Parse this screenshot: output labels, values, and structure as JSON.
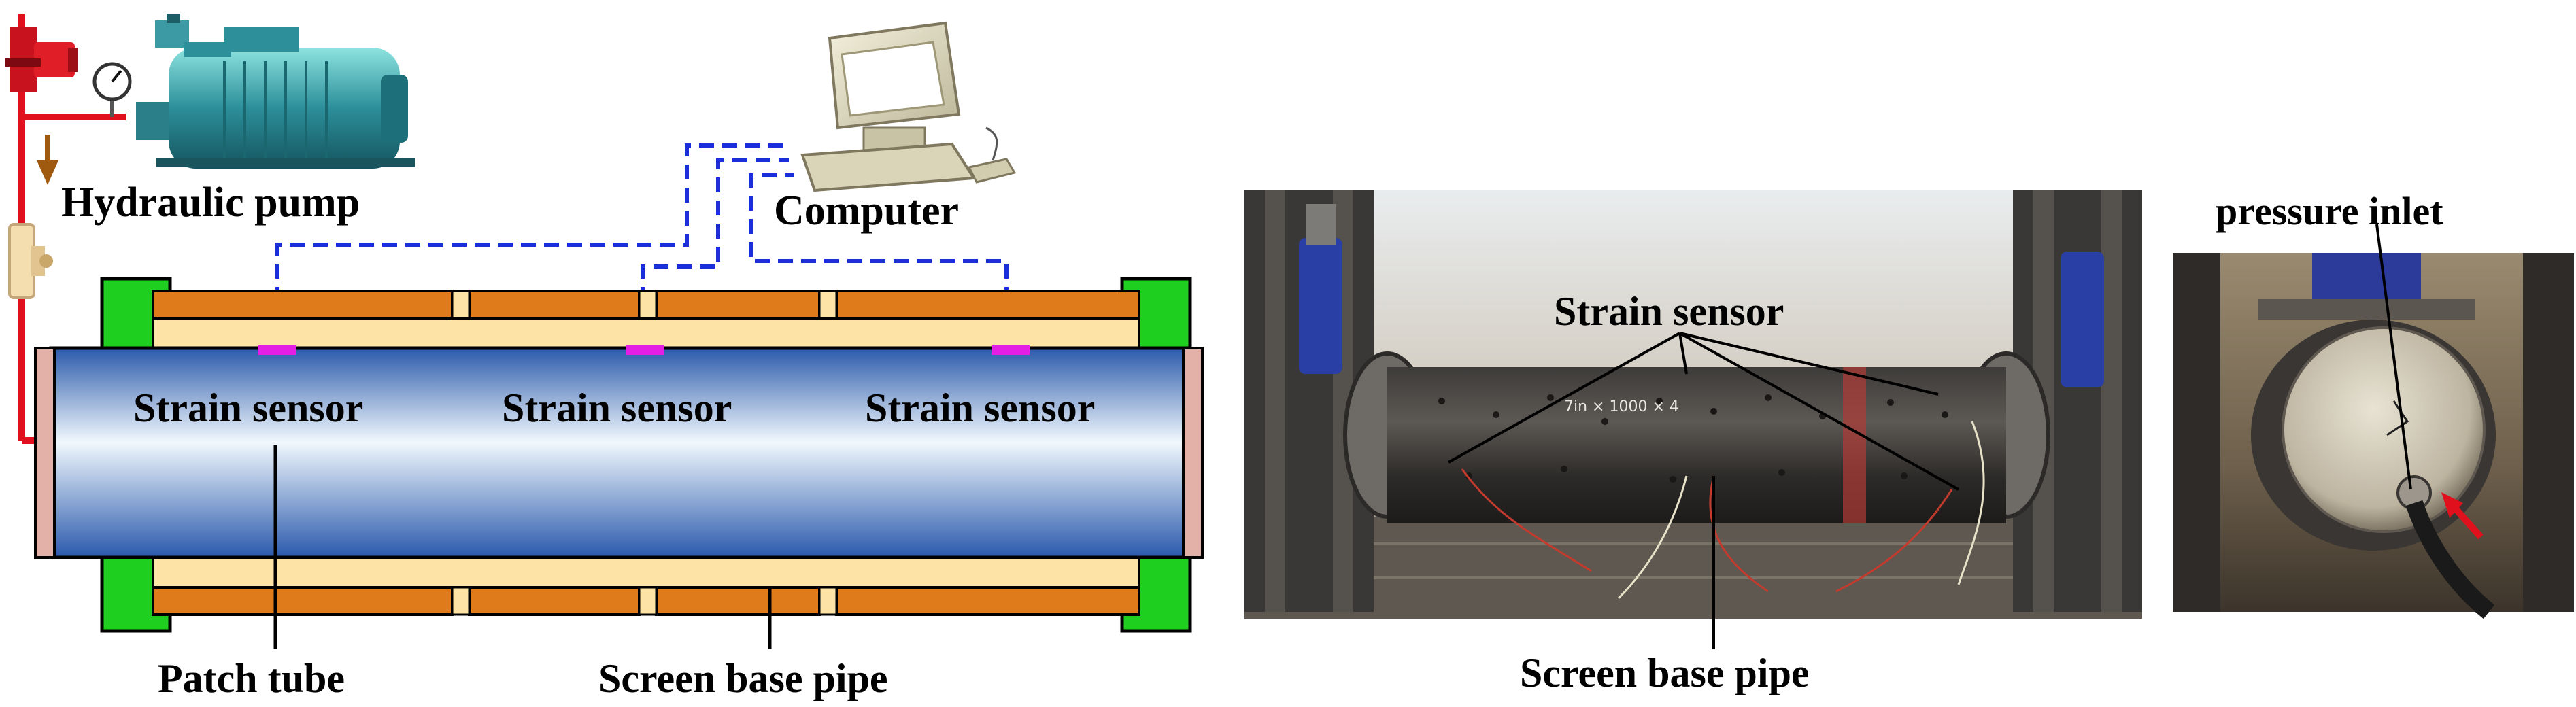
{
  "schematic": {
    "pump_label": "Hydraulic pump",
    "computer_label": "Computer",
    "sensor_labels": [
      "Strain sensor",
      "Strain sensor",
      "Strain sensor"
    ],
    "patch_tube_label": "Patch tube",
    "base_pipe_label": "Screen base pipe"
  },
  "photo_left": {
    "sensor_label": "Strain sensor",
    "base_pipe_label": "Screen base pipe",
    "handwriting": "7in × 1000 × 4"
  },
  "photo_right": {
    "inlet_label": "pressure inlet"
  },
  "colors": {
    "sleeve": "#e07b1c",
    "liner": "#fde3a6",
    "end_cap": "#1fcf1f",
    "pipe_blue": "#2f5fae",
    "pipe_light": "#f1f8fd",
    "flange": "#e4b1a8",
    "hydraulic_line": "#e0101c",
    "signal_line": "#1a2fd9",
    "sensor": "#e41ee4",
    "flow_arrow": "#a05a10"
  },
  "icons": [
    "pump-icon",
    "pressure-gauge-icon",
    "valve-icon",
    "computer-icon",
    "flow-arrow-icon"
  ]
}
